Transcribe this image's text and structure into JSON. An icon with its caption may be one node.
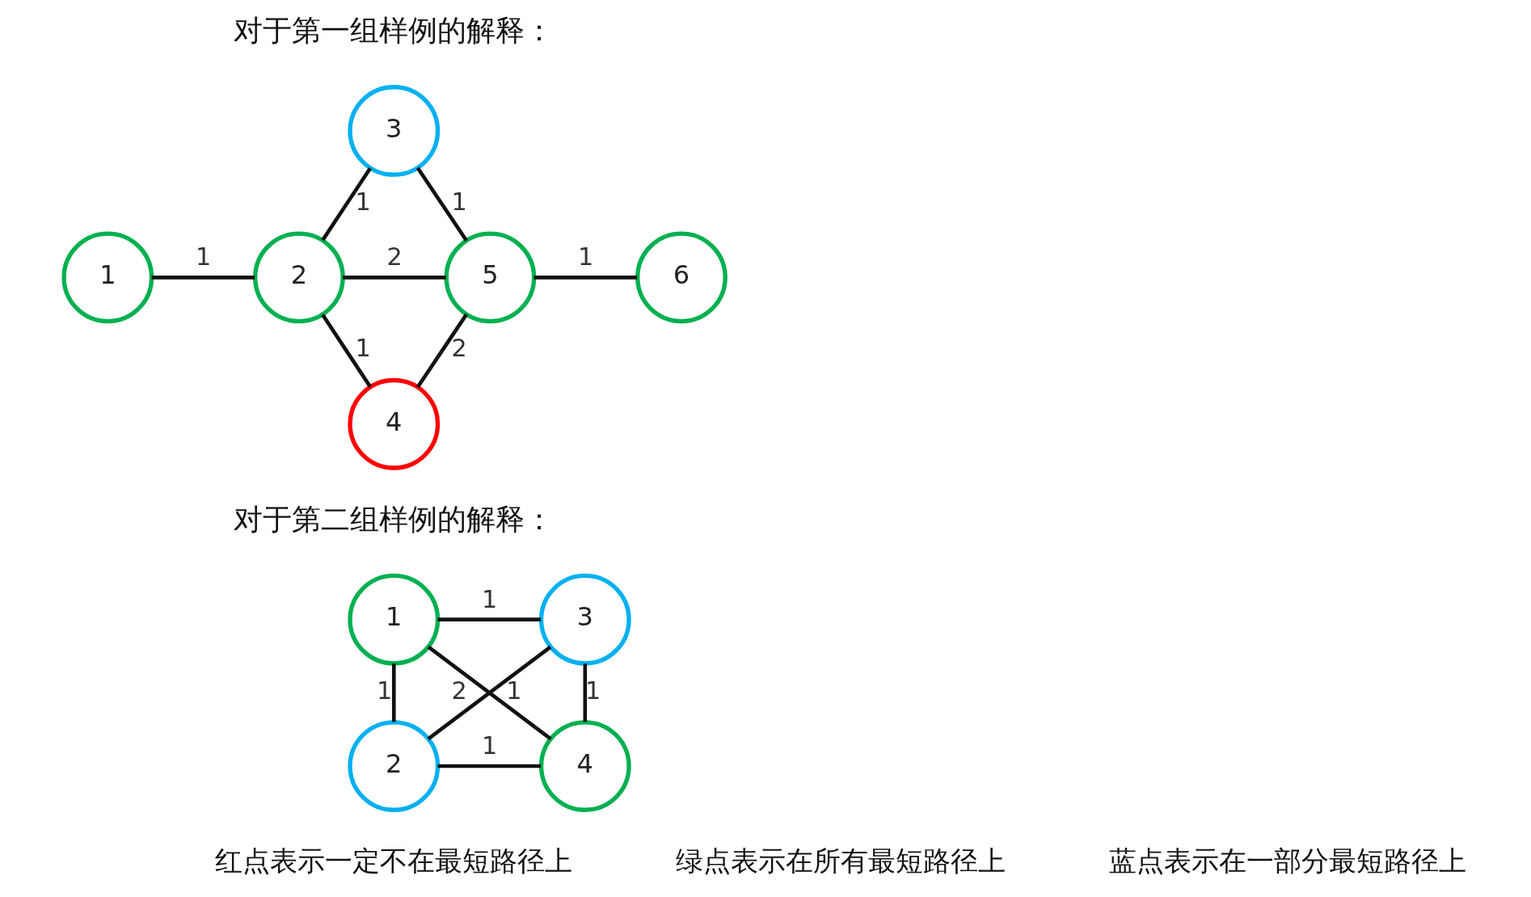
{
  "diagram": {
    "nodes": [
      {
        "text": [
          "3"
        ]
      },
      {
        "text": [
          "1"
        ]
      },
      {
        "text": [
          "2"
        ]
      },
      {
        "text": [
          "5"
        ]
      },
      {
        "text": [
          "6"
        ]
      },
      {
        "text": [
          "4"
        ]
      },
      {
        "text": [
          "1"
        ]
      },
      {
        "text": [
          "3"
        ]
      },
      {
        "text": [
          "2"
        ]
      },
      {
        "text": [
          "4"
        ]
      }
    ],
    "edges": [
      {
        "from": 1,
        "to": 2,
        "arrow": "none",
        "label": "1"
      },
      {
        "from": 0,
        "to": 2,
        "arrow": "none",
        "label": "1"
      },
      {
        "from": 0,
        "to": 3,
        "arrow": "none",
        "label": "1"
      },
      {
        "from": 2,
        "to": 3,
        "arrow": "none",
        "label": "2"
      },
      {
        "from": 2,
        "to": 5,
        "arrow": "none",
        "label": "1"
      },
      {
        "from": 3,
        "to": 5,
        "arrow": "none",
        "label": "2"
      },
      {
        "from": 3,
        "to": 4,
        "arrow": "none",
        "label": "1"
      },
      {
        "from": 6,
        "to": 7,
        "arrow": "none",
        "label": "1"
      },
      {
        "from": 6,
        "to": 8,
        "arrow": "none",
        "label": "1"
      },
      {
        "from": 6,
        "to": 9,
        "arrow": "none",
        "label": "2"
      },
      {
        "from": 7,
        "to": 8,
        "arrow": "none",
        "label": "1"
      },
      {
        "from": 7,
        "to": 9,
        "arrow": "none",
        "label": "1"
      },
      {
        "from": 8,
        "to": 9,
        "arrow": "none",
        "label": "1"
      }
    ],
    "labels": [
      "对于第一组样例的解释：",
      "对于第二组样例的解释：",
      "红点表示一定不在最短路径上",
      "绿点表示在所有最短路径上",
      "蓝点表示在一部分最短路径上"
    ]
  }
}
